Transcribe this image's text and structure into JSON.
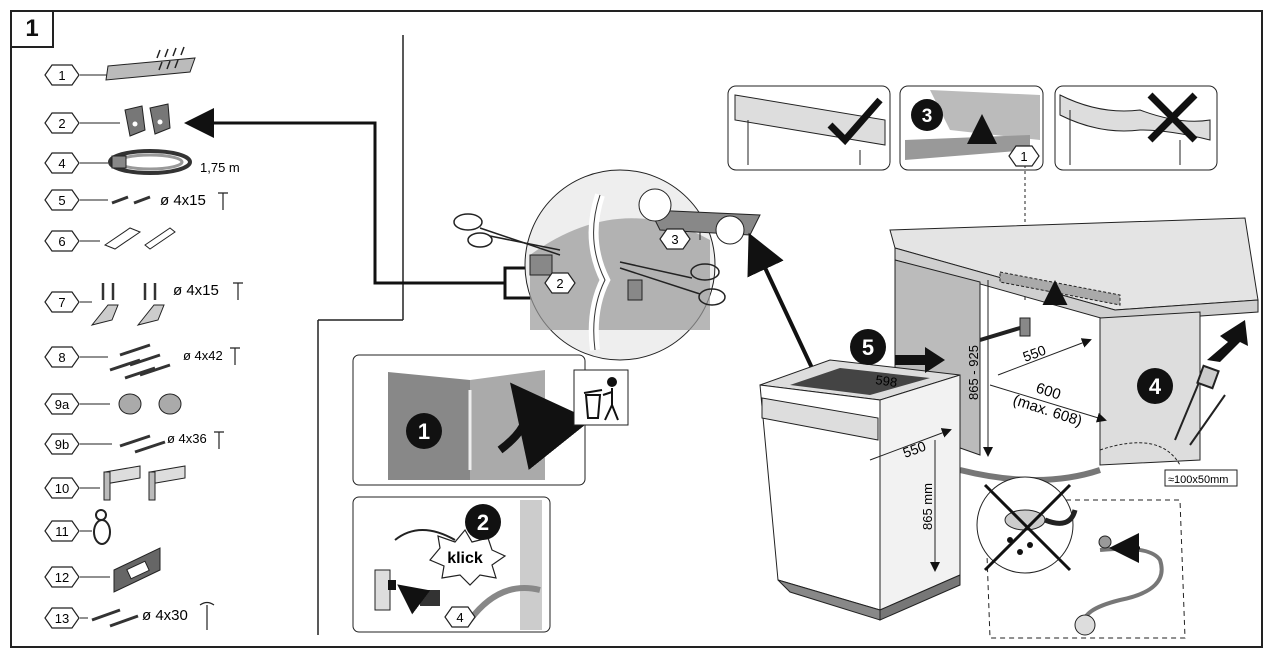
{
  "step_number": "1",
  "parts": [
    {
      "id": "1",
      "note": ""
    },
    {
      "id": "2",
      "note": ""
    },
    {
      "id": "4",
      "note": "1,75 m"
    },
    {
      "id": "5",
      "note": "ø 4x15"
    },
    {
      "id": "6",
      "note": ""
    },
    {
      "id": "7",
      "note": "ø 4x15"
    },
    {
      "id": "8",
      "note": "ø 4x42"
    },
    {
      "id": "9a",
      "note": ""
    },
    {
      "id": "9b",
      "note": "ø 4x36"
    },
    {
      "id": "10",
      "note": ""
    },
    {
      "id": "11",
      "note": ""
    },
    {
      "id": "12",
      "note": ""
    },
    {
      "id": "13",
      "note": "ø 4x30"
    }
  ],
  "callouts": {
    "circle_2": "2",
    "circle_3": "3",
    "step_1": "1",
    "step_2": "2",
    "step_3": "3",
    "step_4": "4",
    "step_5": "5",
    "hex_1": "1",
    "hex_4": "4",
    "klick": "klick"
  },
  "dimensions": {
    "width_598": "598",
    "depth_550": "550",
    "height_865": "865 mm",
    "niche_height": "865 - 925",
    "niche_depth": "550",
    "niche_width": "600",
    "niche_width_max": "(max. 608)",
    "opening": "≈100x50mm"
  }
}
